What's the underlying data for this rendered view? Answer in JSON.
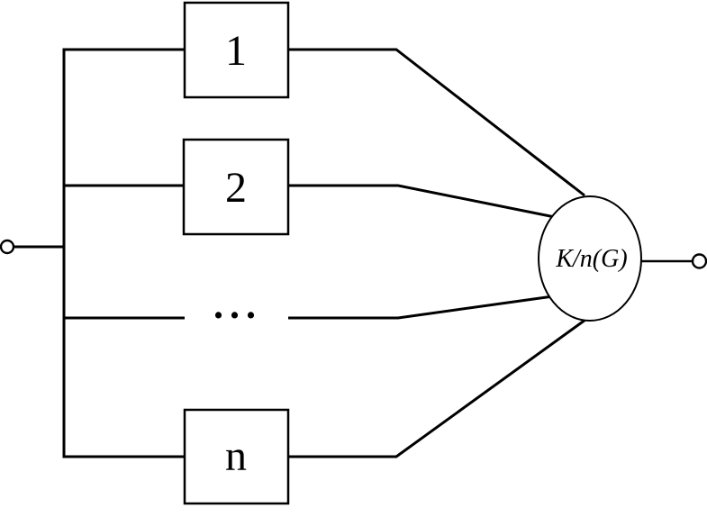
{
  "diagram": {
    "kind": "k-out-of-n parallel redundancy block diagram",
    "blocks": [
      {
        "label": "1"
      },
      {
        "label": "2"
      },
      {
        "label": "..."
      },
      {
        "label": "n"
      }
    ],
    "voter_label": "K/n(G)",
    "icons": {
      "input_terminal": "open-circle",
      "output_terminal": "open-circle"
    },
    "colors": {
      "stroke": "#000000",
      "fill": "#ffffff"
    }
  }
}
